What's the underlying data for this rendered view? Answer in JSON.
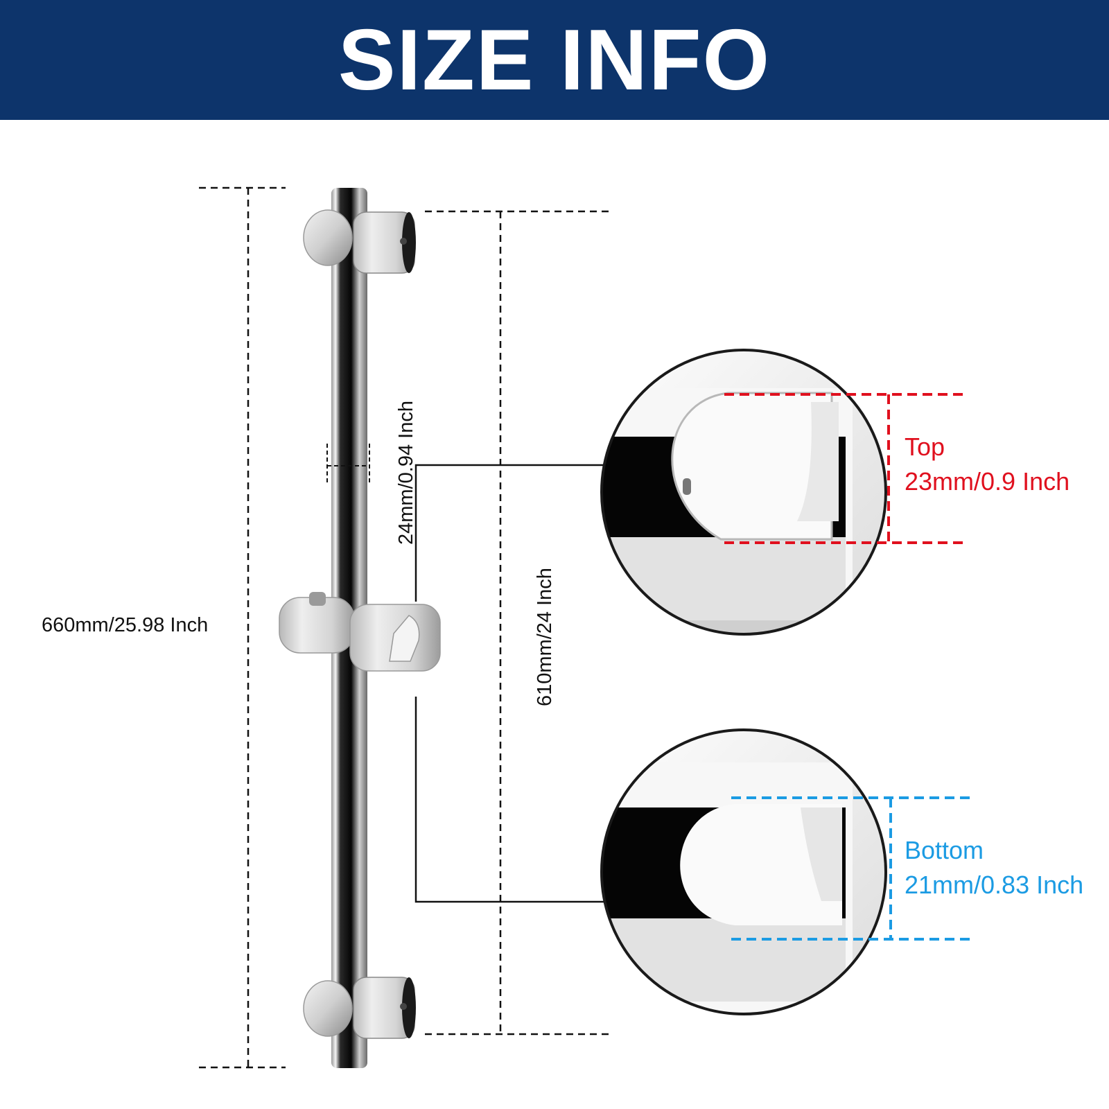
{
  "header": {
    "title": "SIZE INFO",
    "background": "#0d346b"
  },
  "dimensions": {
    "overall_length": "660mm/25.98 Inch",
    "bracket_spacing": "610mm/24 Inch",
    "rail_diameter": "24mm/0.94 Inch"
  },
  "holder": {
    "top": {
      "name": "Top",
      "size": "23mm/0.9 Inch",
      "color": "#e0101e"
    },
    "bottom": {
      "name": "Bottom",
      "size": "21mm/0.83 Inch",
      "color": "#1b9be3"
    }
  }
}
